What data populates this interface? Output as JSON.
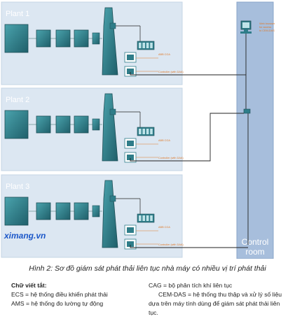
{
  "plants": [
    {
      "label": "Plant 1",
      "analyzer": "ABB CGA",
      "controller": "Controller (with DAA)"
    },
    {
      "label": "Plant 2",
      "analyzer": "ABB CGA",
      "controller": "Controller (with DAA)"
    },
    {
      "label": "Plant 3",
      "analyzer": "ABB CGA",
      "controller": "Controller (with DAA)"
    }
  ],
  "control_room": {
    "label_line1": "Control",
    "label_line2": "room"
  },
  "web_browser_note": [
    "Web browser",
    "for access",
    "to CEM-DAS"
  ],
  "watermark": "ximang.vn",
  "caption": "Hình 2: Sơ đồ giám sát phát thải liên tục nhà máy có nhiều vị trí phát thải",
  "legend": {
    "title": "Chữ viết tắt:",
    "left_items": [
      "ECS = hệ thống điều khiển phát thải",
      "AMS = hệ thống đo lường tự động"
    ],
    "right_items": [
      "CAG = bộ phân tích khí liên tục",
      "CEM-DAS = hệ thống thu thập và xử lý số liệu dựa trên máy tính dùng để giám sát phát thải liên tục."
    ]
  },
  "colors": {
    "plant_panel": "#dce7f2",
    "control_room": "#a7bedc",
    "equipment": "#2f7d89",
    "bus_line": "#222222",
    "analyzer_label": "#e07a2a",
    "controller_label": "#e07a2a"
  }
}
